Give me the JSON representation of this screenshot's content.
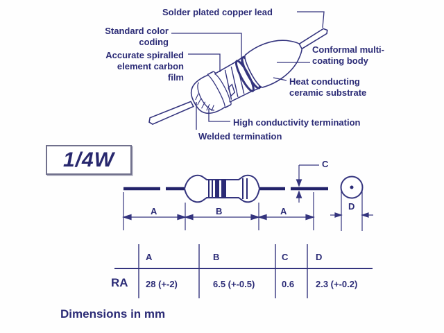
{
  "colors": {
    "ink": "#2b2b76",
    "drawing_line": "#34347e",
    "lead_stroke": "#22226a",
    "box_border": "#70708c",
    "background": "#ffffff"
  },
  "cutaway_diagram": {
    "labels": {
      "solder": "Solder plated copper lead",
      "standard": "Standard color\ncoding",
      "accurate": "Accurate spiralled\nelement carbon\nfilm",
      "conformal": "Conformal multi-\ncoating body",
      "heat": "Heat conducting\nceramic substrate",
      "high": "High conductivity termination",
      "welded": "Welded termination"
    }
  },
  "power_rating": "1/4W",
  "dimension_figure": {
    "labels": {
      "a_left": "A",
      "b": "B",
      "a_right": "A",
      "c": "C",
      "d": "D"
    }
  },
  "table": {
    "headers": [
      "A",
      "B",
      "C",
      "D"
    ],
    "rows": [
      {
        "label": "RA",
        "values": [
          "28 (+-2)",
          "6.5 (+-0.5)",
          "0.6",
          "2.3 (+-0.2)"
        ]
      }
    ]
  },
  "footer_note": "Dimensions in mm"
}
